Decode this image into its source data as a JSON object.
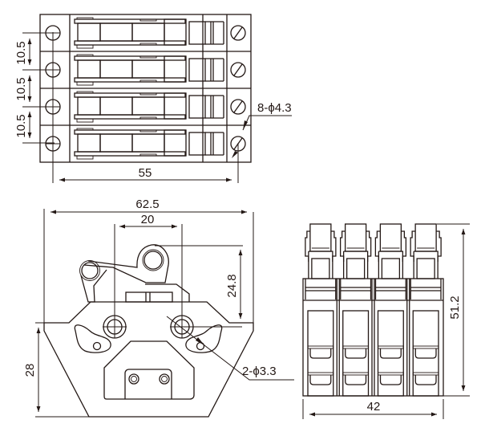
{
  "drawing": {
    "type": "technical-drawing",
    "subject": "4-pole limit switch assembly",
    "colors": {
      "line": "#231815",
      "background": "#ffffff"
    },
    "top_view": {
      "poles": 4,
      "dimensions": {
        "pitch_1": "10.5",
        "pitch_2": "10.5",
        "pitch_3": "10.5",
        "width": "55",
        "holes": "8-ϕ4.3"
      }
    },
    "front_view": {
      "dimensions": {
        "overall_width": "62.5",
        "hole_spacing": "20",
        "actuator_height": "24.8",
        "base_height": "28",
        "holes": "2-ϕ3.3"
      }
    },
    "side_view": {
      "poles": 4,
      "dimensions": {
        "height": "51.2",
        "width": "42"
      }
    }
  }
}
